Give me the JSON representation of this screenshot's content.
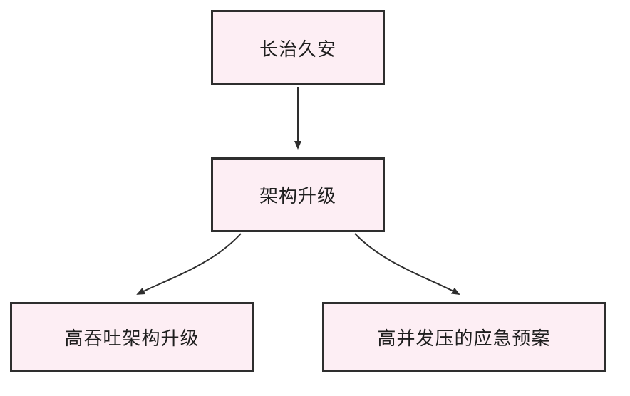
{
  "diagram": {
    "title": "architecture-upgrade-flowchart",
    "nodes": {
      "root": {
        "label": "长治久安"
      },
      "middle": {
        "label": "架构升级"
      },
      "left": {
        "label": "高吞吐架构升级"
      },
      "right": {
        "label": "高并发压的应急预案"
      }
    },
    "edges": [
      {
        "from": "root",
        "to": "middle"
      },
      {
        "from": "middle",
        "to": "left"
      },
      {
        "from": "middle",
        "to": "right"
      }
    ],
    "colors": {
      "node_fill": "#fdeef4",
      "node_border": "#2e2e2e",
      "arrow": "#2e2e2e",
      "text": "#1f1f1f",
      "background": "#ffffff"
    }
  }
}
